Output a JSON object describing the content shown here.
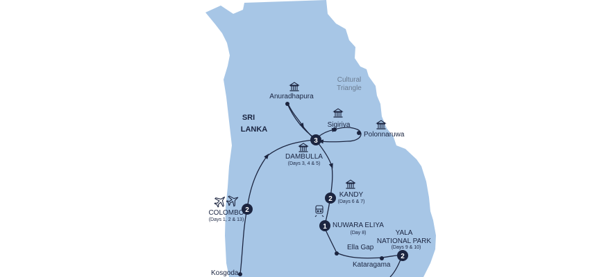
{
  "map": {
    "country_label_line1": "SRI",
    "country_label_line2": "LANKA",
    "region_label_line1": "Cultural",
    "region_label_line2": "Triangle",
    "colors": {
      "land": "#a7c6e6",
      "route": "#1c2540",
      "badge": "#1c2540",
      "label": "#1a2440",
      "region": "#6a7b90"
    },
    "stops": [
      {
        "name": "COLOMBO",
        "days": "(Days 1, 2 & 13)",
        "nights": "2"
      },
      {
        "name": "DAMBULLA",
        "days": "(Days 3, 4 & 5)",
        "nights": "3"
      },
      {
        "name": "KANDY",
        "days": "(Days 6 & 7)",
        "nights": "2"
      },
      {
        "name": "NUWARA ELIYA",
        "days": "(Day 8)",
        "nights": "1"
      },
      {
        "name_line1": "YALA",
        "name_line2": "NATIONAL PARK",
        "days": "(Days 9 & 10)",
        "nights": "2"
      }
    ],
    "places": {
      "anuradhapura": "Anuradhapura",
      "sigiriya": "Sigiriya",
      "polonnaruwa": "Polonnaruwa",
      "ella_gap": "Ella Gap",
      "kataragama": "Kataragama",
      "kosgoda": "Kosgoda"
    },
    "icons": [
      "temple-icon",
      "train-icon",
      "plane-icon"
    ]
  }
}
